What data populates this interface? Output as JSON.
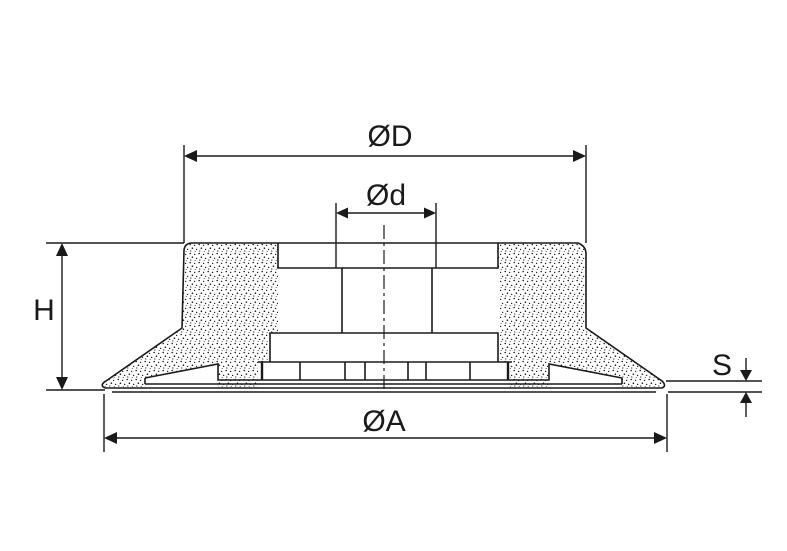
{
  "labels": {
    "outer_diameter": "ØD",
    "bore_diameter": "Ød",
    "base_diameter": "ØA",
    "height": "H",
    "layer_thickness": "S"
  },
  "colors": {
    "line": "#1a1a1a",
    "background": "#ffffff"
  }
}
